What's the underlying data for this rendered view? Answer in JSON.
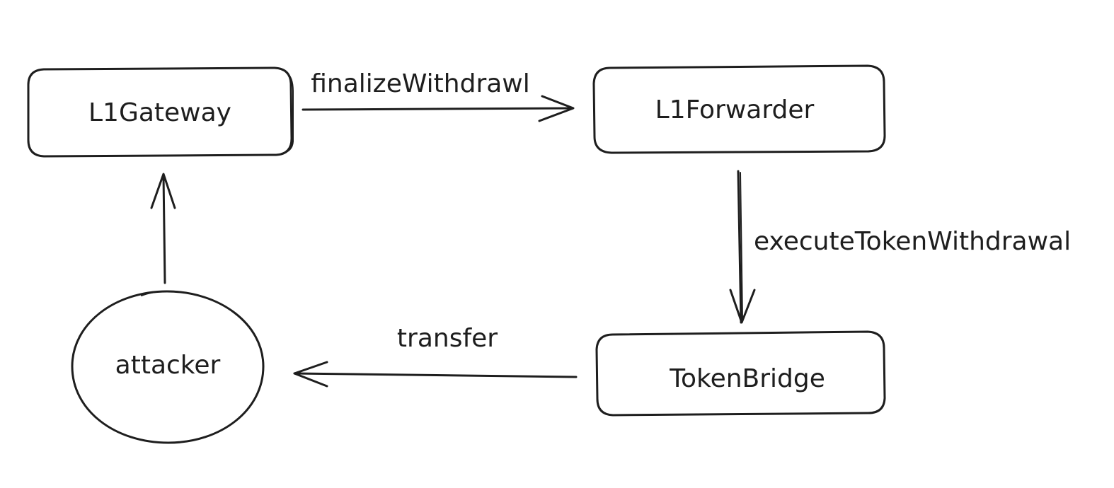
{
  "nodes": {
    "l1gateway": {
      "label": "L1Gateway",
      "shape": "rounded-rectangle"
    },
    "l1forwarder": {
      "label": "L1Forwarder",
      "shape": "rounded-rectangle"
    },
    "tokenbridge": {
      "label": "TokenBridge",
      "shape": "rounded-rectangle"
    },
    "attacker": {
      "label": "attacker",
      "shape": "ellipse"
    }
  },
  "edges": {
    "gateway_to_forwarder": {
      "from": "L1Gateway",
      "to": "L1Forwarder",
      "label": "finalizeWithdrawl"
    },
    "forwarder_to_bridge": {
      "from": "L1Forwarder",
      "to": "TokenBridge",
      "label": "executeTokenWithdrawal"
    },
    "bridge_to_attacker": {
      "from": "TokenBridge",
      "to": "attacker",
      "label": "transfer"
    },
    "attacker_to_gateway": {
      "from": "attacker",
      "to": "L1Gateway",
      "label": ""
    }
  },
  "colors": {
    "stroke": "#1e1e1e",
    "background": "#ffffff"
  }
}
